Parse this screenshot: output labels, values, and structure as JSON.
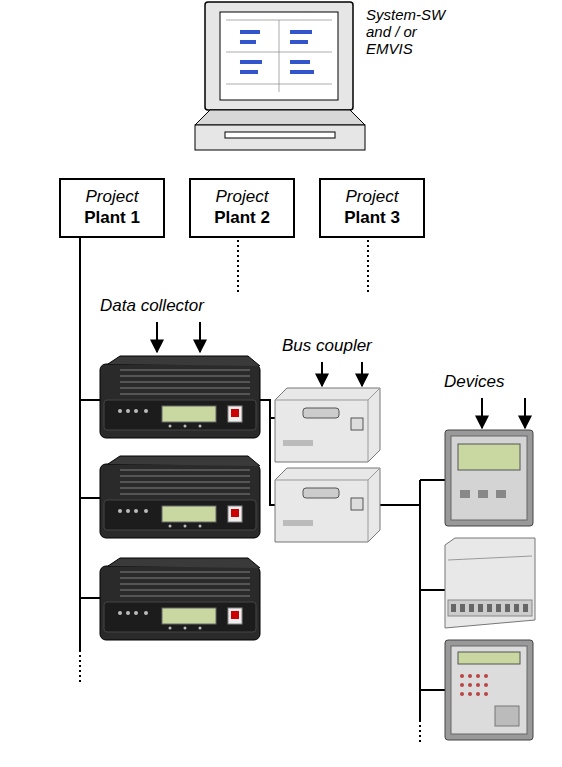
{
  "diagram": {
    "nodes": [
      {
        "text": [
          "Project",
          "Plant 1"
        ]
      },
      {
        "text": [
          "Project",
          "Plant 2"
        ]
      },
      {
        "text": [
          "Project",
          "Plant 3"
        ]
      }
    ],
    "labels": [
      "System-SW and / or EMVIS",
      "Data collector",
      "Bus coupler",
      "Devices"
    ]
  }
}
